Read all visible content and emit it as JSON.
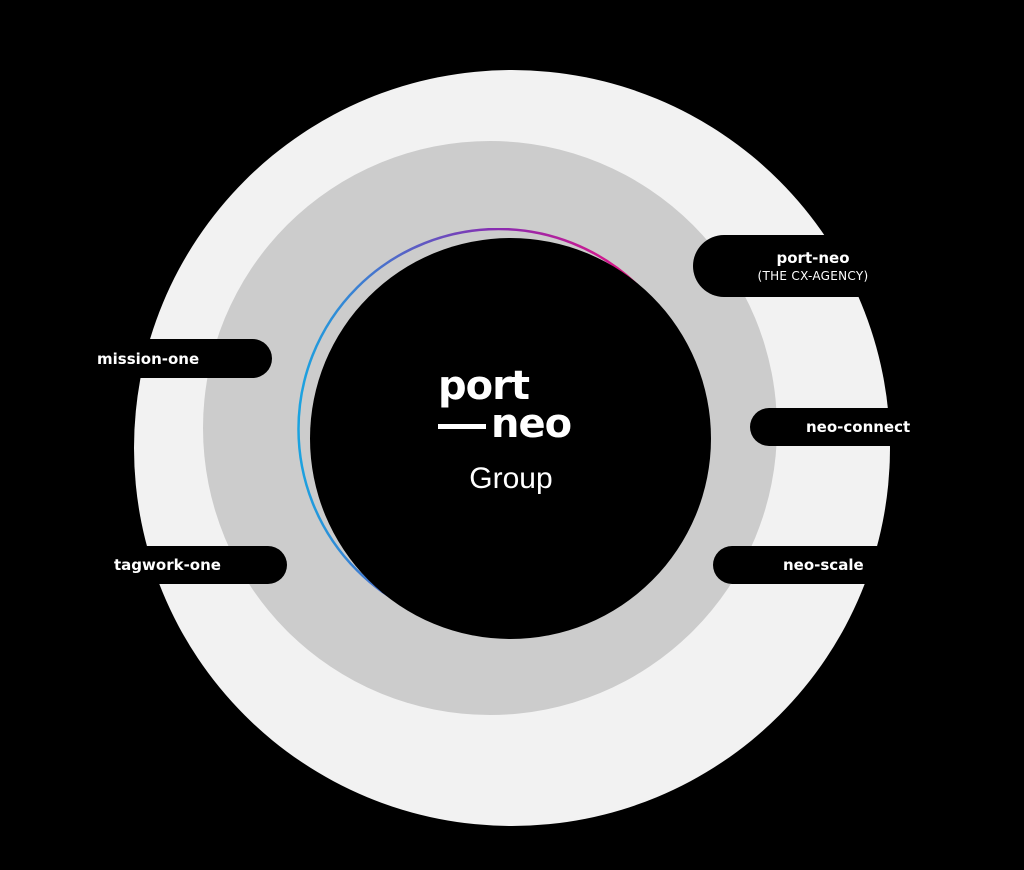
{
  "diagram": {
    "center": {
      "logo_line1": "port",
      "logo_line2": "neo",
      "subtitle": "Group"
    },
    "nodes": [
      {
        "id": "mission-one",
        "label": "mission-one",
        "side": "left"
      },
      {
        "id": "tagwork-one",
        "label": "tagwork-one",
        "side": "left"
      },
      {
        "id": "port-neo",
        "label": "port-neo",
        "sublabel": "(THE CX-AGENCY)",
        "side": "right"
      },
      {
        "id": "neo-connect",
        "label": "neo-connect",
        "side": "right"
      },
      {
        "id": "neo-scale",
        "label": "neo-scale",
        "side": "right"
      }
    ],
    "colors": {
      "background": "#000000",
      "outer_ring": "#f2f2f2",
      "middle_ring": "#cccccc",
      "core": "#000000",
      "gradient_start": "#1aa3e0",
      "gradient_mid": "#8a2bb0",
      "gradient_end": "#e8302f",
      "text": "#ffffff"
    }
  }
}
